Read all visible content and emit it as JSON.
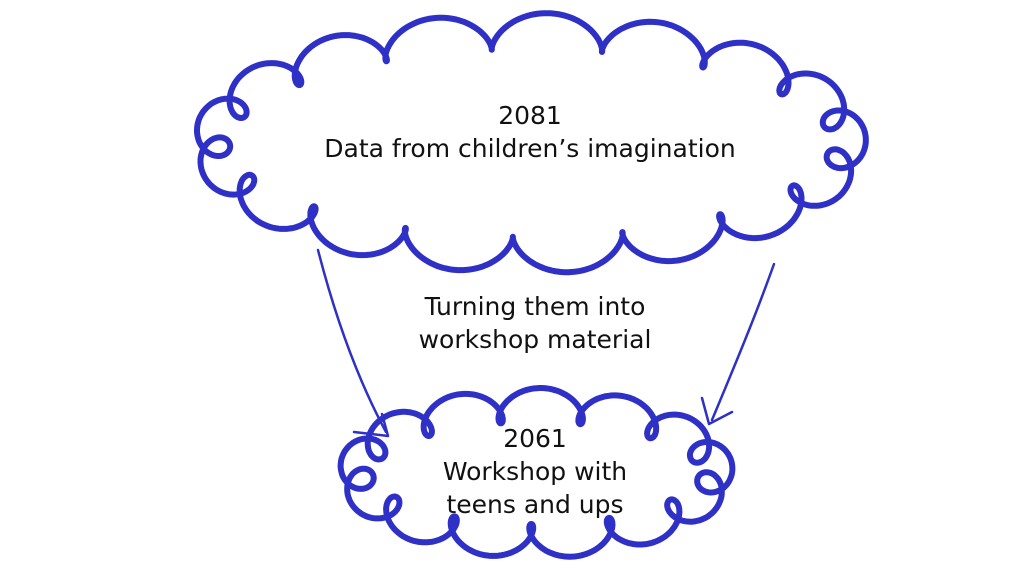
{
  "diagram": {
    "stroke_color": "#2f31c6",
    "top_cloud": {
      "year": "2081",
      "text": "Data from children’s imagination"
    },
    "connector": {
      "line1": "Turning them into",
      "line2": "workshop material"
    },
    "bottom_cloud": {
      "year": "2061",
      "line1": "Workshop with",
      "line2": "teens and ups"
    }
  }
}
